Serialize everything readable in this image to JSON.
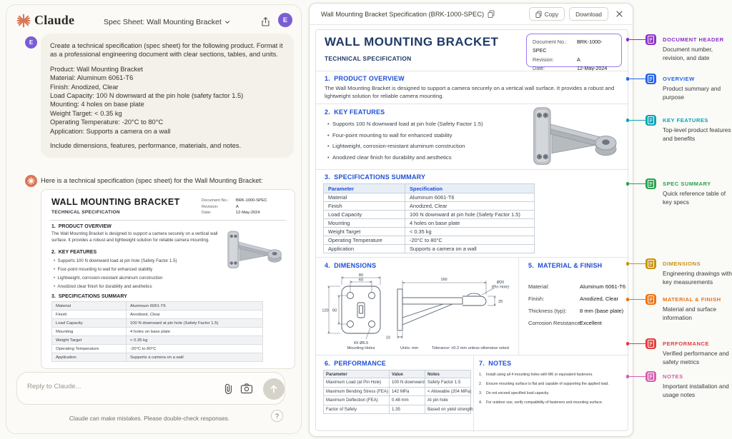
{
  "app": {
    "brand": "Claude",
    "conversation_title": "Spec Sheet: Wall Mounting Bracket",
    "user_initial": "E",
    "composer_placeholder": "Reply to Claude...",
    "disclaimer": "Claude can make mistakes. Please double-check responses.",
    "help_label": "?"
  },
  "chat": {
    "user_message": {
      "para1": "Create a technical specification (spec sheet) for the following product. Format it as a professional engineering document with clear sections, tables, and units.",
      "lines": [
        "Product: Wall Mounting Bracket",
        "Material: Aluminum 6061-T6",
        "Finish: Anodized, Clear",
        "Load Capacity: 100 N downward at the pin hole (safety factor 1.5)",
        "Mounting: 4 holes on base plate",
        "Weight Target: < 0.35 kg",
        "Operating Temperature: -20°C to 80°C",
        "Application: Supports a camera on a wall"
      ],
      "para3": "Include dimensions, features, performance, materials, and notes."
    },
    "assistant_intro": "Here is a technical specification (spec sheet) for the Wall Mounting Bracket:"
  },
  "artifact": {
    "window_title": "Wall Mounting Bracket Specification (BRK-1000-SPEC)",
    "copy_label": "Copy",
    "download_label": "Download"
  },
  "spec": {
    "title": "WALL MOUNTING BRACKET",
    "subtitle": "TECHNICAL SPECIFICATION",
    "meta": {
      "doc_label": "Document No.:",
      "doc_value": "BRK-1000-SPEC",
      "rev_label": "Revision:",
      "rev_value": "A",
      "date_label": "Date:",
      "date_value": "12-May-2024"
    },
    "overview": {
      "heading": "1.  PRODUCT OVERVIEW",
      "body": "The Wall Mounting Bracket is designed to support a camera securely on a vertical wall surface. It provides a robust and lightweight solution for reliable camera mounting."
    },
    "features": {
      "heading": "2.  KEY FEATURES",
      "bullets": [
        "Supports 100 N downward load at pin hole (Safety Factor 1.5)",
        "Four-point mounting to wall for enhanced stability",
        "Lightweight, corrosion-resistant aluminum construction",
        "Anodized clear finish for durability and aesthetics"
      ]
    },
    "summary": {
      "heading": "3.  SPECIFICATIONS SUMMARY",
      "col1": "Parameter",
      "col2": "Specification",
      "rows": [
        [
          "Material",
          "Aluminum 6061-T6"
        ],
        [
          "Finish",
          "Anodized, Clear"
        ],
        [
          "Load Capacity",
          "100 N downward at pin hole (Safety Factor 1.5)"
        ],
        [
          "Mounting",
          "4 holes on base plate"
        ],
        [
          "Weight Target",
          "< 0.35 kg"
        ],
        [
          "Operating Temperature",
          "-20°C to 80°C"
        ],
        [
          "Application",
          "Supports a camera on a wall"
        ]
      ]
    },
    "dimensions": {
      "heading": "4.  DIMENSIONS",
      "front": {
        "overall_width": "80",
        "hole_pitch_width": "60",
        "overall_height": "120",
        "hole_pitch_height": "90",
        "holes_note_1": "4X Ø6.5",
        "holes_note_2": "Mounting Holes"
      },
      "side": {
        "arm_length": "160",
        "pin_hole_dia": "Ø20",
        "pin_hole_note": "(Pin Hole)",
        "end_height": "25",
        "plate_thickness": "10"
      },
      "units_note": "Units: mm",
      "tolerance_note": "Tolerance: ±0.2 mm unless otherwise noted"
    },
    "material_finish": {
      "heading": "5.  MATERIAL & FINISH",
      "rows": [
        [
          "Material:",
          "Aluminum 6061-T6"
        ],
        [
          "Finish:",
          "Anodized, Clear"
        ],
        [
          "Thickness (typ):",
          "8 mm (base plate)"
        ],
        [
          "Corrosion Resistance:",
          "Excellent"
        ]
      ]
    },
    "performance": {
      "heading": "6.  PERFORMANCE",
      "columns": [
        "Parameter",
        "Value",
        "Notes"
      ],
      "rows": [
        [
          "Maximum Load (at Pin Hole)",
          "100 N downward",
          "Safety Factor 1.5"
        ],
        [
          "Maximum Bending Stress (FEA)",
          "142 MPa",
          "< Allowable (204 MPa)"
        ],
        [
          "Maximum Deflection (FEA)",
          "0.48 mm",
          "At pin hole"
        ],
        [
          "Factor of Safety",
          "1.35",
          "Based on yield strength"
        ]
      ]
    },
    "notes": {
      "heading": "7.  NOTES",
      "items": [
        {
          "n": "1.",
          "text": "Install using all 4 mounting holes with M6 or equivalent fasteners."
        },
        {
          "n": "2.",
          "text": "Ensure mounting surface is flat and capable of supporting the applied load."
        },
        {
          "n": "3.",
          "text": "Do not exceed specified load capacity."
        },
        {
          "n": "4.",
          "text": "For outdoor use, verify compatibility of fasteners and mounting surface."
        }
      ]
    }
  },
  "annotations": [
    {
      "title": "DOCUMENT HEADER",
      "desc": "Document number, revision, and date",
      "color": "#8b30c9"
    },
    {
      "title": "OVERVIEW",
      "desc": "Product summary and purpose",
      "color": "#2563eb"
    },
    {
      "title": "KEY FEATURES",
      "desc": "Top-level product features and benefits",
      "color": "#0aa2b5"
    },
    {
      "title": "SPEC SUMMARY",
      "desc": "Quick reference table of key specs",
      "color": "#2aa04f"
    },
    {
      "title": "DIMENSIONS",
      "desc": "Engineering drawings with key measurements",
      "color": "#c9920e"
    },
    {
      "title": "MATERIAL & FINISH",
      "desc": "Material and surface information",
      "color": "#ec7211"
    },
    {
      "title": "PERFORMANCE",
      "desc": "Verified performance and safety metrics",
      "color": "#e23d3d"
    },
    {
      "title": "NOTES",
      "desc": "Important installation and usage notes",
      "color": "#d45fae"
    }
  ]
}
